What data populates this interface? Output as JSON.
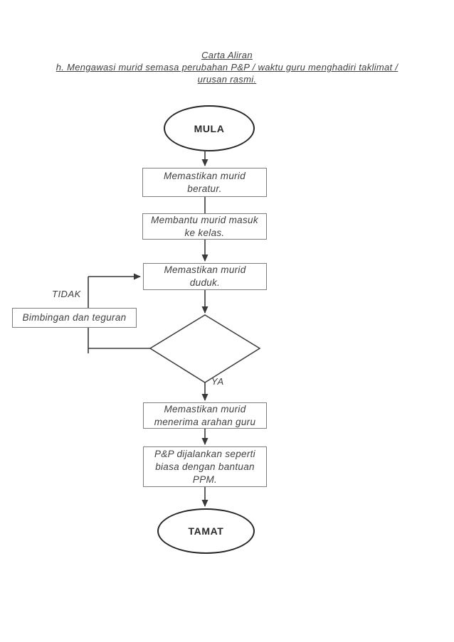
{
  "title": {
    "line1": "Carta Aliran",
    "line2": "h. Mengawasi murid semasa perubahan P&P / waktu guru menghadiri taklimat /",
    "line3": "urusan rasmi."
  },
  "flowchart": {
    "start": {
      "label": "MULA",
      "shape": "terminator"
    },
    "steps": [
      {
        "label": "Memastikan murid\nberatur.",
        "shape": "process"
      },
      {
        "label": "Membantu murid masuk\nke kelas.",
        "shape": "process"
      },
      {
        "label": "Memastikan murid\nduduk.",
        "shape": "process"
      },
      {
        "label": "Memastikan murid\nmenerima arahan guru",
        "shape": "process"
      },
      {
        "label": "P&P dijalankan seperti\nbiasa dengan bantuan\nPPM.",
        "shape": "process"
      }
    ],
    "decision": {
      "label": "",
      "shape": "decision",
      "yes_label": "YA",
      "no_label": "TIDAK"
    },
    "feedback": {
      "label": "Bimbingan dan teguran",
      "shape": "process"
    },
    "end": {
      "label": "TAMAT",
      "shape": "terminator"
    }
  },
  "colors": {
    "line": "#3a3a3a",
    "process_border": "#7f7f7f",
    "terminator_border": "#262626",
    "text": "#3f3f3f",
    "background": "#ffffff"
  }
}
